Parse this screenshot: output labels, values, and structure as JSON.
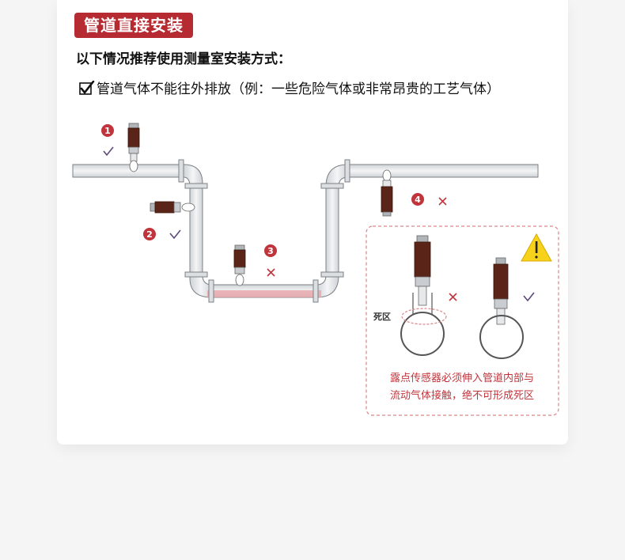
{
  "header": {
    "badge_text": "管道直接安装",
    "subtitle": "以下情况推荐使用测量室安装方式：",
    "check_item": "管道气体不能往外排放（例：一些危险气体或非常昂贵的工艺气体）"
  },
  "positions": [
    {
      "number": "1",
      "result": "ok"
    },
    {
      "number": "2",
      "result": "ok"
    },
    {
      "number": "3",
      "result": "wrong"
    },
    {
      "number": "4",
      "result": "wrong"
    }
  ],
  "inset": {
    "dead_zone_label": "死区",
    "left_result": "wrong",
    "right_result": "ok",
    "note_line1": "露点传感器必须伸入管道内部与",
    "note_line2": "流动气体接触，绝不可形成死区"
  },
  "colors": {
    "brand_red": "#b52b31",
    "number_red": "#c0353c",
    "check_purple": "#5b4a7a",
    "sensor_body": "#5a2418",
    "pipe_gray": "#e4e6e8",
    "condensate": "#e8a5a8",
    "warning_yellow": "#f7d21b"
  },
  "icons": [
    "checkbox-check-icon",
    "check-icon",
    "cross-icon",
    "warning-icon"
  ]
}
